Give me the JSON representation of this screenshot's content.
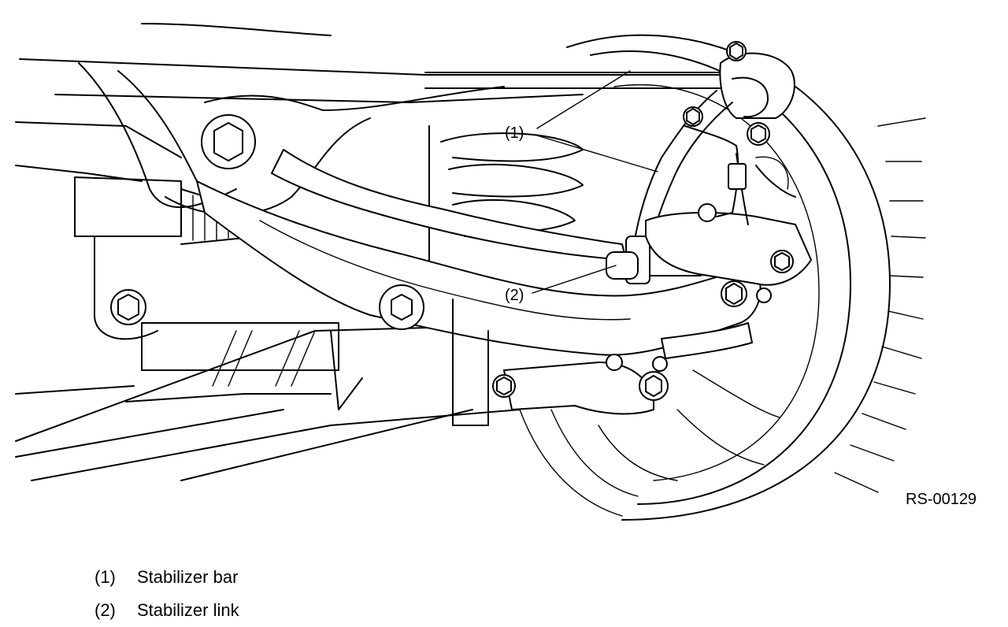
{
  "figure": {
    "code": "RS-00129",
    "callouts": [
      {
        "num": "(1)"
      },
      {
        "num": "(2)"
      }
    ]
  },
  "legend": [
    {
      "num": "(1)",
      "label": "Stabilizer bar"
    },
    {
      "num": "(2)",
      "label": "Stabilizer link"
    }
  ]
}
